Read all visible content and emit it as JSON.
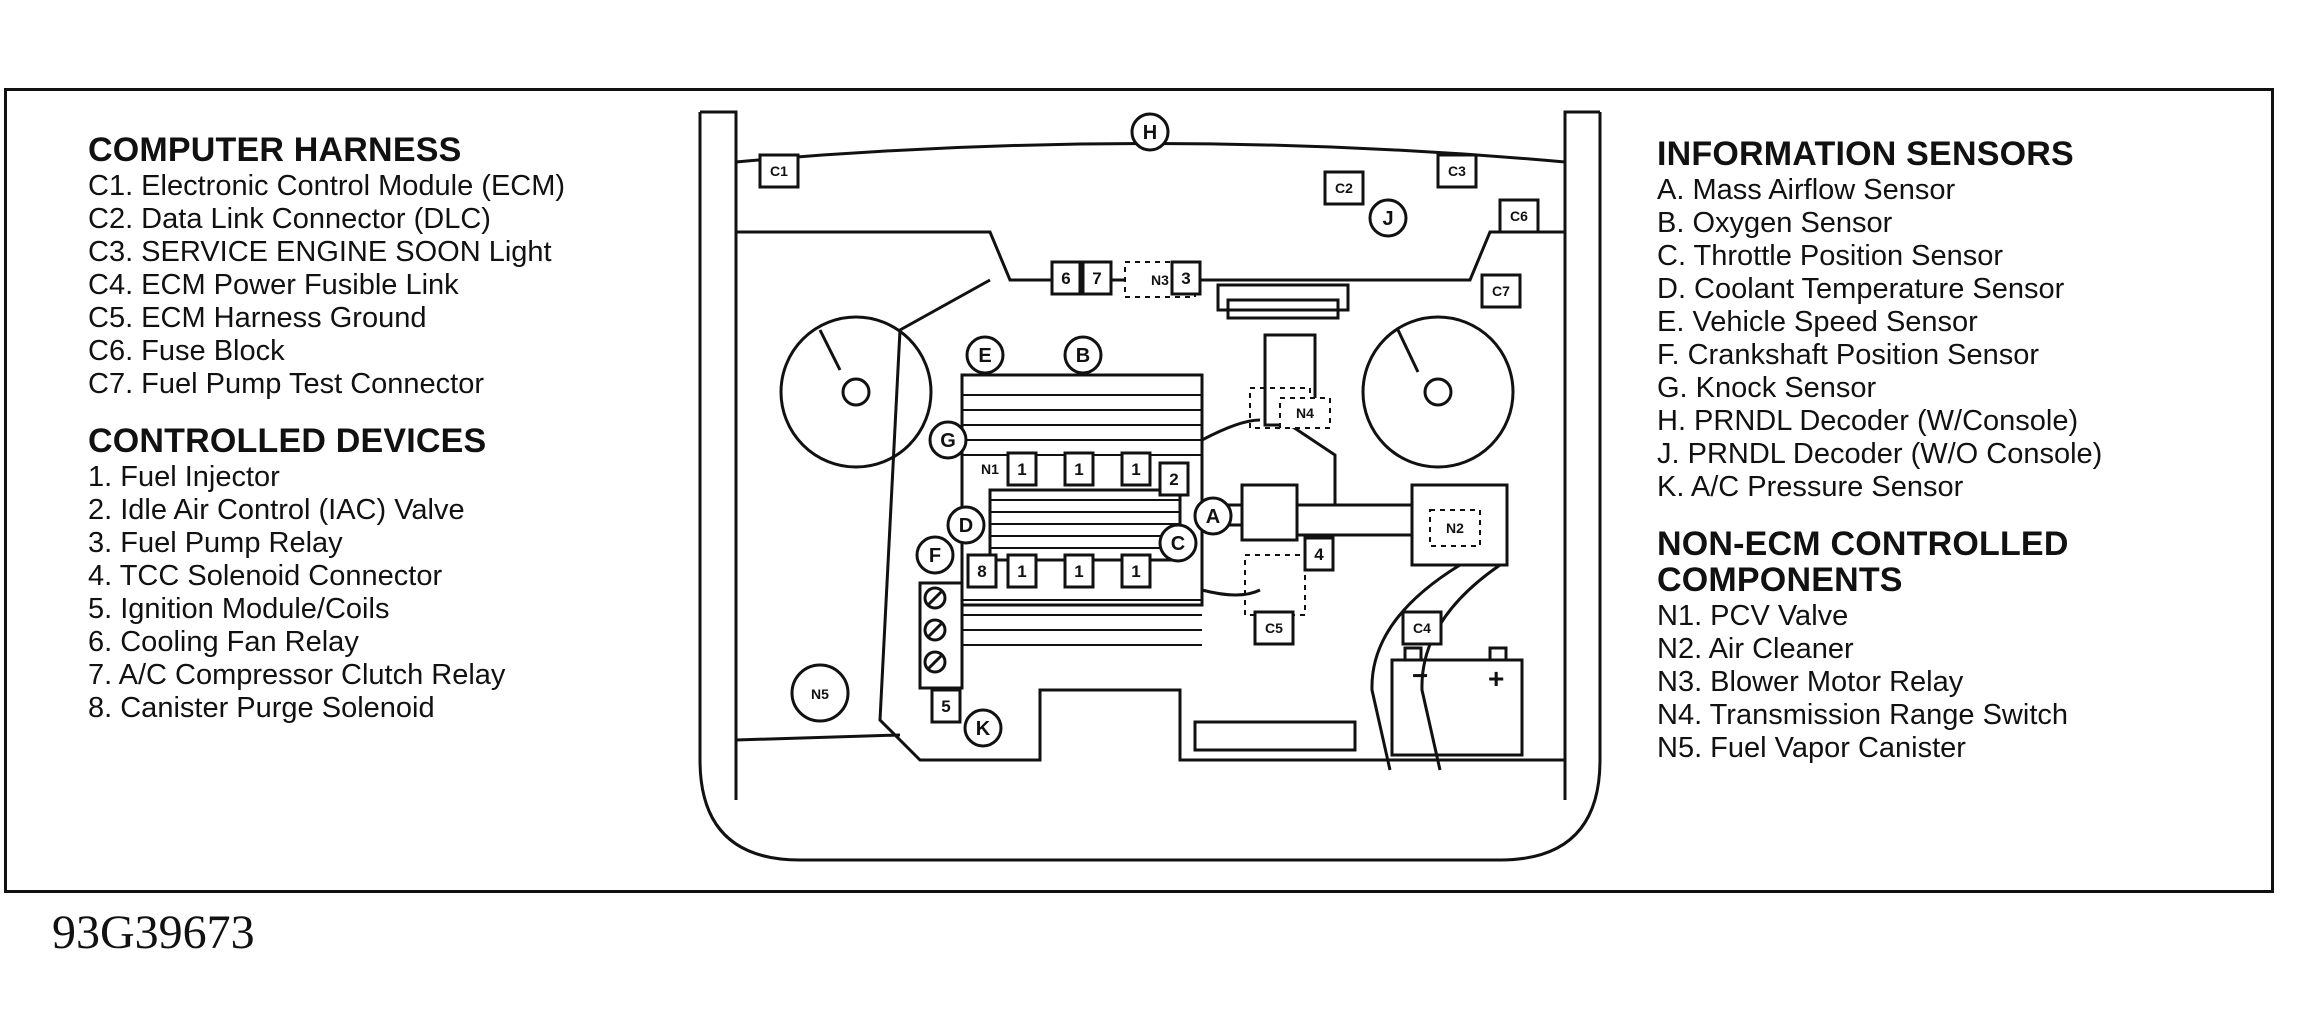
{
  "computer_harness": {
    "title": "COMPUTER HARNESS",
    "items": [
      "C1. Electronic Control Module (ECM)",
      "C2. Data Link Connector (DLC)",
      "C3. SERVICE ENGINE SOON Light",
      "C4. ECM Power Fusible Link",
      "C5. ECM Harness Ground",
      "C6. Fuse Block",
      "C7. Fuel Pump Test Connector"
    ]
  },
  "controlled_devices": {
    "title": "CONTROLLED DEVICES",
    "items": [
      "1. Fuel Injector",
      "2. Idle Air Control (IAC) Valve",
      "3. Fuel Pump Relay",
      "4. TCC Solenoid Connector",
      "5. Ignition Module/Coils",
      "6. Cooling Fan Relay",
      "7. A/C Compressor Clutch Relay",
      "8. Canister Purge Solenoid"
    ]
  },
  "information_sensors": {
    "title": "INFORMATION SENSORS",
    "items": [
      "A. Mass Airflow Sensor",
      "B. Oxygen Sensor",
      "C. Throttle Position Sensor",
      "D. Coolant Temperature Sensor",
      "E. Vehicle Speed Sensor",
      "F. Crankshaft Position Sensor",
      "G. Knock Sensor",
      "H. PRNDL Decoder (W/Console)",
      "J. PRNDL Decoder (W/O Console)",
      "K. A/C Pressure Sensor"
    ]
  },
  "non_ecm_components": {
    "title": "NON-ECM CONTROLLED COMPONENTS",
    "items": [
      "N1. PCV Valve",
      "N2. Air Cleaner",
      "N3. Blower Motor Relay",
      "N4. Transmission Range Switch",
      "N5. Fuel Vapor Canister"
    ]
  },
  "figure_id": "93G39673",
  "diagram_labels": {
    "c1": "C1",
    "c2": "C2",
    "c3": "C3",
    "c4": "C4",
    "c5": "C5",
    "c6": "C6",
    "c7": "C7",
    "h": "H",
    "j": "J",
    "e": "E",
    "b": "B",
    "g": "G",
    "d": "D",
    "f": "F",
    "a": "A",
    "c": "C",
    "k": "K",
    "n1": "N1",
    "n2": "N2",
    "n3": "N3",
    "n4": "N4",
    "n5": "N5",
    "d1": "1",
    "d2": "2",
    "d3": "3",
    "d4": "4",
    "d5": "5",
    "d6": "6",
    "d7": "7",
    "d8": "8",
    "minus": "−",
    "plus": "+"
  }
}
